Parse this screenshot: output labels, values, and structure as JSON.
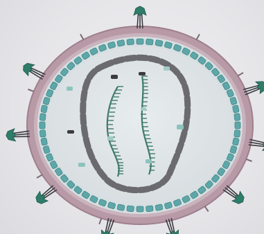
{
  "image": {
    "subject": "virus-particle-illustration",
    "colors": {
      "background": "#e9e8ea",
      "envelope": "#b89aa6",
      "envelope_edge": "#9e7f8c",
      "interior": "#dfe4e6",
      "matrix_protein": "#5ea7a9",
      "matrix_protein_edge": "#3f8587",
      "capsid": "#6a6a6f",
      "rna": "#3e7a6b",
      "spike_head": "#2f7c6b",
      "spike_stalk": "#3a3a3e",
      "particles": "#8ec3bd"
    },
    "parts": [
      {
        "id": "envelope",
        "icon": "lipid-envelope-ring"
      },
      {
        "id": "matrix",
        "icon": "matrix-protein-beads"
      },
      {
        "id": "capsid",
        "icon": "capsid-dashed-loop"
      },
      {
        "id": "genome",
        "icon": "rna-strands"
      },
      {
        "id": "spikes",
        "icon": "glycoprotein-spikes",
        "count": 9
      },
      {
        "id": "small-spikes",
        "icon": "small-surface-spikes"
      }
    ]
  }
}
